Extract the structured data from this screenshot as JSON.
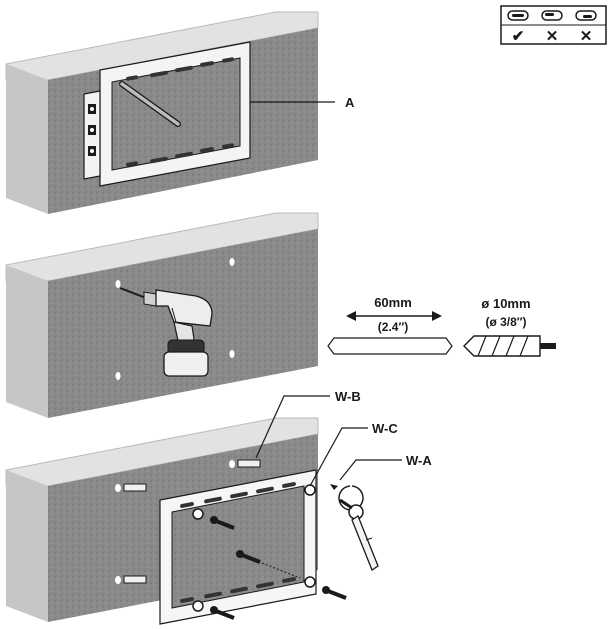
{
  "legend": {
    "marks": [
      "✔",
      "✕",
      "✕"
    ],
    "slots": [
      "correct-slot",
      "wrong-slot",
      "wrong-slot"
    ]
  },
  "callouts": {
    "bracket": "A",
    "anchor": "W-B",
    "washer": "W-C",
    "lag_bolt": "W-A"
  },
  "dimensions": {
    "drill_depth": "60mm",
    "drill_depth_imperial": "(2.4″)",
    "bit_diameter": "ø 10mm",
    "bit_diameter_imperial": "(ø 3/8″)"
  },
  "colors": {
    "wall_front": "#8c8c8c",
    "wall_top": "#e2e2e2",
    "wall_side": "#c4c4c4",
    "line": "#1a1a1a",
    "bracket": "#f2f2f2"
  },
  "icons": [
    "level-icon",
    "drill-icon",
    "drill-bit-icon",
    "wrench-icon",
    "screw-icon",
    "anchor-icon",
    "washer-icon"
  ]
}
